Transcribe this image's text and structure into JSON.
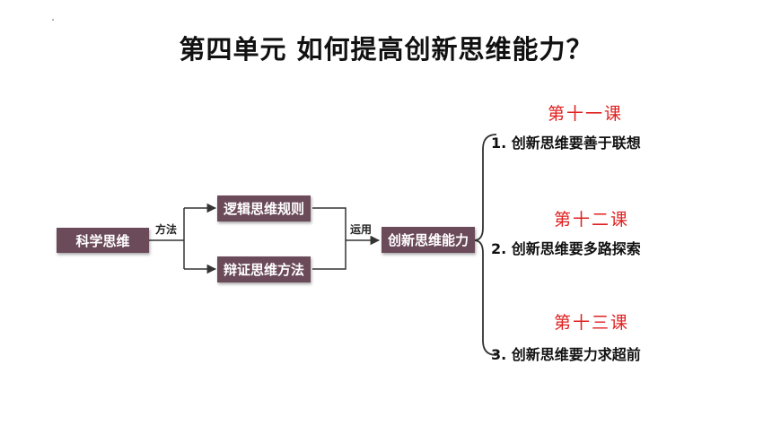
{
  "title": "第四单元 如何提高创新思维能力？",
  "diagram": {
    "root": "科学思维",
    "root_edge_label": "方法",
    "methods": [
      "逻辑思维规则",
      "辩证思维方法"
    ],
    "apply_edge_label": "运用",
    "target": "创新思维能力",
    "lessons": [
      {
        "name": "第十一课",
        "point": "1. 创新思维要善于联想"
      },
      {
        "name": "第十二课",
        "point": "2. 创新思维要多路探索"
      },
      {
        "name": "第十三课",
        "point": "3. 创新思维要力求超前"
      }
    ]
  },
  "colors": {
    "box_fill": "#6b4a5a",
    "lesson_text": "#e02020",
    "line": "#333333"
  }
}
